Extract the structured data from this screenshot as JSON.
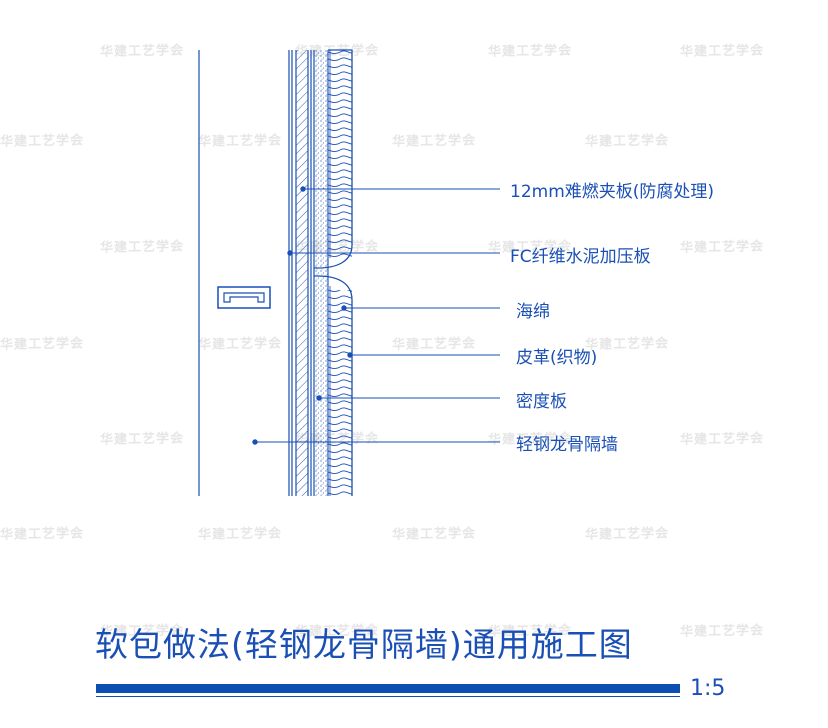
{
  "watermark": "华建工艺学会",
  "labels": {
    "fire_board": "12mm难燃夹板(防腐处理)",
    "fc_board": "FC纤维水泥加压板",
    "sponge": "海绵",
    "leather": "皮革(织物)",
    "density_board": "密度板",
    "partition": "轻钢龙骨隔墙"
  },
  "title": "软包做法(轻钢龙骨隔墙)通用施工图",
  "scale": "1:5",
  "colors": {
    "line": "#1a4fb5",
    "title_bar": "#0d4fb0",
    "watermark": "#e6e6e6"
  }
}
